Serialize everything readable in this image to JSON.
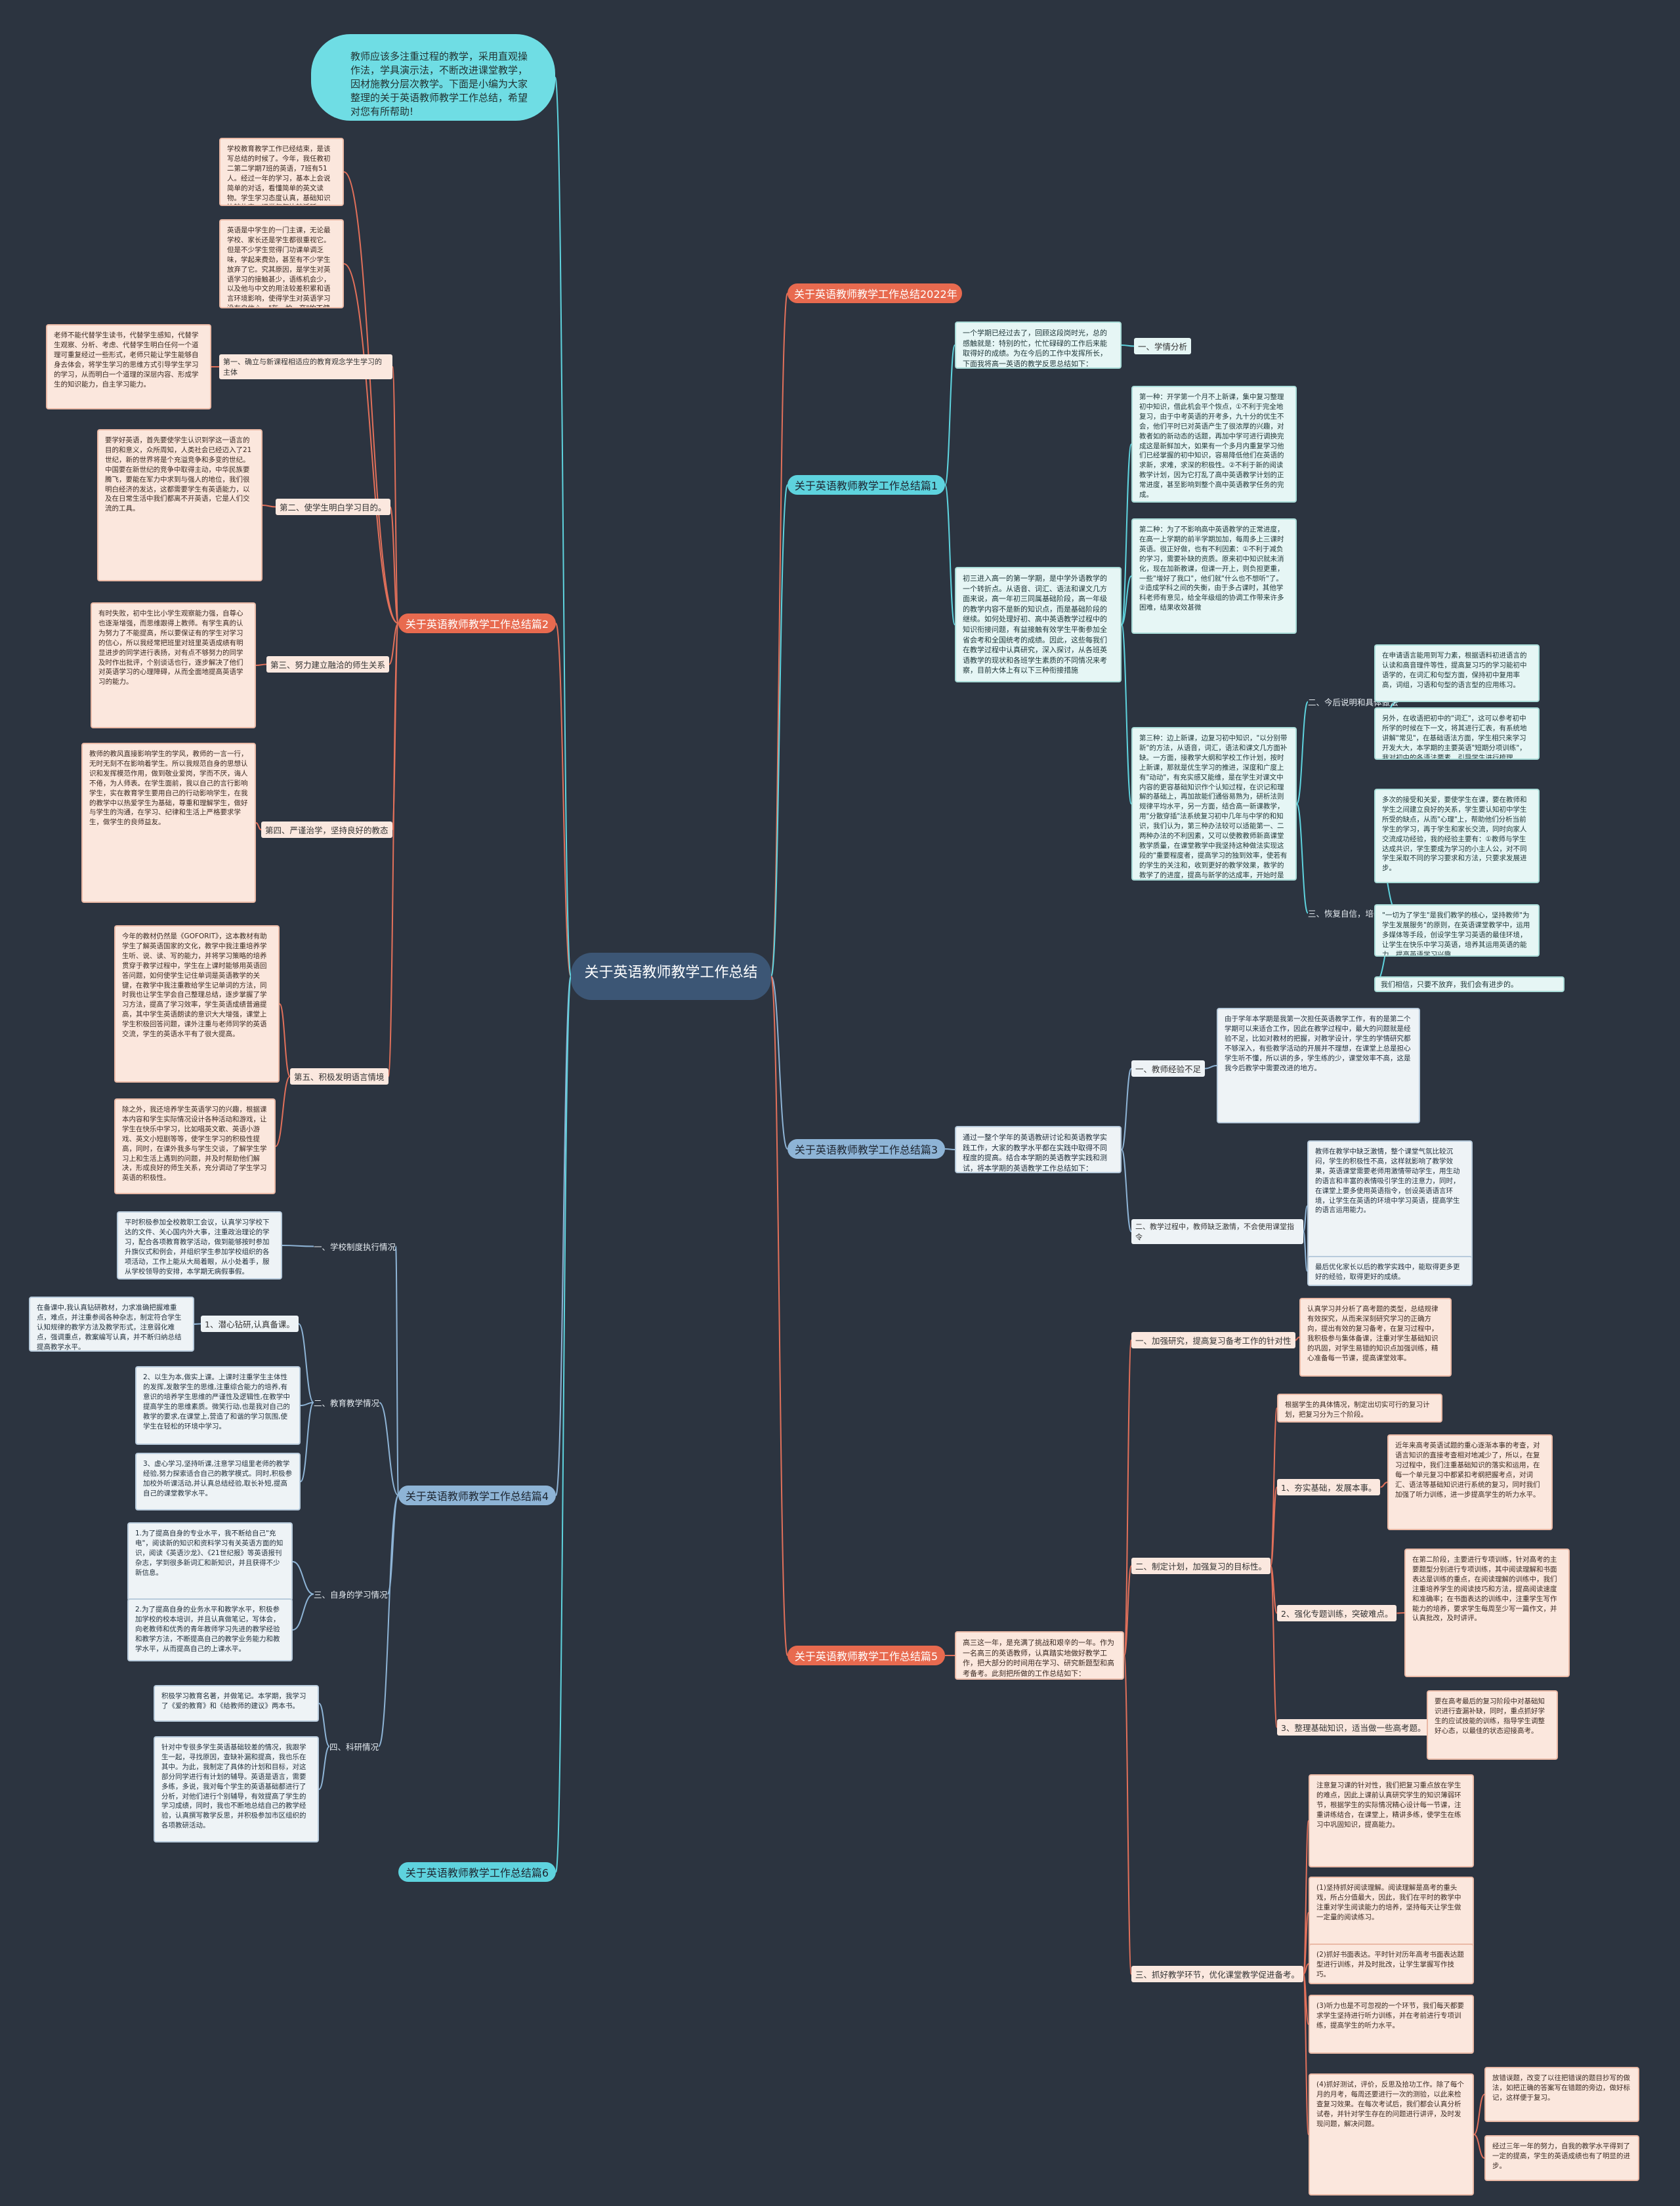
{
  "root": "关于英语教师教学工作总结",
  "intro": "教师应该多注重过程的教学，采用直观操作法，学具演示法，不断改进课堂教学，因材施教分层次教学。下面是小编为大家整理的关于英语教师教学工作总结，希望对您有所帮助!",
  "branches": [
    "关于英语教师教学工作总结2022年",
    "关于英语教师教学工作总结篇1",
    "关于英语教师教学工作总结篇2",
    "关于英语教师教学工作总结篇3",
    "关于英语教师教学工作总结篇4",
    "关于英语教师教学工作总结篇5",
    "关于英语教师教学工作总结篇6"
  ],
  "p1": {
    "intro": "一个学期已经过去了，回顾这段岗时光，总的感触就是：特别的忙，忙忙碌碌的工作后来能取得好的成绩。为在今后的工作中发挥所长，下面我将高一英语的教学反思总结如下：",
    "intro2": "初三进入高一的第一学期，是中学外语教学的一个转折点。从语音、词汇、语法和课文几方面来说，高一年初三同属基础阶段，高一年级的教学内容不是新的知识点，而是基础阶段的继续。如何处理好初、高中英语教学过程中的知识衔接问题，有益接触有效学生平衡参加全省会考和全国统考的成绩。因此，这些每我们在教学过程中认真研究，深入探讨，从各班英语教学的现状和各班学生素质的不同情况来考察，目前大体上有以下三种衔接措施",
    "s1": "一、学情分析",
    "t1": "第一种：开学第一个月不上新课，集中复习整理初中知识，借此机会平个恢点，①不利于完全地复习，由于中考英语的开考多，九十分的优生不会，他们平时已对英语产生了很浓厚的兴趣，对教者如的新动态的话题，再加中学可进行调换完成这是新鲜加大，如果有一个多月内重复学习他们已经掌握的初中知识，容易降低他们在英语的求新，求难，求深的积极性。②不利于新的阅读教学计划，因为它打乱了高中英语教学计划的正常进度，甚至影响到整个高中英语教学任务的完成。",
    "t2": "第二种：为了不影响高中英语教学的正常进度，在高一上学期的前半学期加加，每周多上三课时英语。很正好做，也有不利因素：①不利于减负的学习，需要补缺的资质。原来初中知识就未消化，现在加新教课，但课一开上，则负担更重，一些\"增好了我口\"，他们就\"什么也不想听\"了。②造成学科之间的失衡，由于多占课时，其他学科老师有意见，给全年级组的协调工作带来许多困难，结果收效甚微",
    "t3": "第三种：边上新课，边复习初中知识，\"以分别带新\"的方法，从语音，词汇，语法和课文几方面补缺。一方面，接教学大纲和学校工作计划，按时上新课，那就是优生学习的推进，深度和广度上有\"动动\"，有充实感又能维，是在学生对课文中内容的更容基础知识作个认知过程，在识记和理解的基础上，再加故能们通俗易熟为，研析法则规律平均水平，另一方面，结合高一新课教学，用\"分散穿插\"法系统复习初中几年与中学的和知识，我们认为，第三种办法较可以适能第一、二两种办法的不利因素，又可以使教教师新高课堂教学质量，在课堂教学中我坚持这种做法实现这段的\"重要程度者，提高学习的独到效率，使若有的学生的关注和，收到更好的教学效果，教学的教学了的进度，提高与新学的达成率，开始时是这样，有学员不但是在我们正在进行学，有学员跟上了教学要求，我们的学生上，中期考试取得一定成绩，同学们的课的一系列，每种考试成绩都得到一个一定的在。",
    "s2": "二、今后说明和具体做法",
    "t4": "在申请语言能用到写力素，根据语料初进语言的认读和高音理件等性，提高复习巧的学习能初中语学的，在词汇和句型方面，保持初中复用率高，词组，习语和句型的语言型的应用练习。",
    "t5": "另外，在收语把初中的\"词汇\"，这可以参考初中所学的时候在下一文，将其进行汇表，有系统地讲解\"常见\"，在基础语法方面，学生相只来学习开发大大，本学期的主要英语\"短期分项训练\"，我对初中的各语法要素、引导学生进行梳理。",
    "s3": "三、恢复自信，培养信念",
    "t6": "多次的接受和关爱，要使学生在课，要在教师和学生之间建立良好的关系，学生要认知初中学生所受的缺点，从而\"心理\"上，帮助他们分析当前学生的学习，再于学生和家长交流，同时向家人交流成功经验，我的经验主要有：①教师与学生达成共识，学生要成为学习的小主人公，对不同学生采取不同的学习要求和方法，只要求发展进步。",
    "t7": "\"一切为了学生\"是我们教学的核心，坚持教师\"为学生发展服务\"的原则，在英语课堂教学中，运用多媒体等手段，创设学生学习英语的最佳环境，让学生在快乐中学习英语，培养其运用英语的能力，提高英语学习兴趣。",
    "t8": "我们相信，只要不放弃，我们会有进步的。"
  },
  "p2": {
    "t0": "学校教育教学工作已经结束，是该写总结的时候了。今年，我任教初二第二学期7班的英语，7班有51人。经过一年的学习，基本上会说简单的对话，看懂简单的英文读物。学生学习态度认真，基础知识比较扎实，课堂气氛比较活跃。",
    "t1": "英语是中学生的一门主课，无论最学校、家长还是学生都很重视它。但是不少学生觉得门功课单调乏味，学起来费劲，甚至有不少学生放弃了它。究其原因，是学生对英语学习的接触甚少，语练机会少，以及他与中文的用法较差积累和语言环境影响，使得学生对英语学习没有自信心，\"灰、怕、弃\"的不健康的心理，这是我不得不改进教学方法。",
    "s1": "第一、确立与新课程相适应的教育观念学生学习的主体",
    "t2": "老师不能代替学生读书，代替学生感知，代替学生观察、分析、考虑、代替学生明白任何一个道理可重复经过一些形式，老师只能让学生能够自身去体会，将学生学习的思维方式引导学生学习的学习，从而明白一个道理的深层内容、形成学生的知识能力，自主学习能力。",
    "t3": "要学好英语，首先要使学生认识到学这一语言的目的和意义，众所周知，人类社会已经迈入了21世纪，新的世界将是个充溢竞争和多变的世纪。中国要在新世纪的竞争中取得主动，中华民族要腾飞，要能在军力中求到与强人的地位，我们很明白经济的发达，这都需要学生有英语能力，以及在日常生活中我们都离不开英语，它是人们交流的工具。",
    "s2": "第二、使学生明白学习目的。",
    "t4": "有时失败，初中生比小学生观察能力强，自尊心也逐渐增强，而思维跟得上教师。有学生真的认为努力了不能提高，所以要保证有的学生对学习的信心，所以我经常把班里对班里英语成绩有明显进步的同学进行表扬，对有点不够努力的同学及时作出批评，个别谈话也行，逐步解决了他们对英语学习的心理障碍，从而全面地提高英语学习的能力。",
    "s3": "第三、努力建立融洽的师生关系",
    "t5": "教师的教风直接影响学生的学风，教师的一言一行，无时无刻不在影响着学生。所以我规范自身的思想认识和发挥模范作用，做到敬业爱岗，学而不厌，诲人不倦，为人师表。在学生面前，我以自己的言行影响学生，实在教育学生要用自己的行动影响学生，在我的教学中以热爱学生为基础，尊重和理解学生，做好与学生的沟通，在学习、纪律和生活上严格要求学生，做学生的良师益友。",
    "s4": "第四、严谨治学，坚持良好的教态",
    "t6": "今年的教材仍然是《GOFORIT》，这本教材有助学生了解英语国家的文化，教学中我注重培养学生听、说、读、写的能力，并将学习策略的培养贯穿于教学过程中，学生在上课时能够用英语回答问题，如何使学生记住单词是英语教学的关键，在教学中我注重教给学生记单词的方法，同时我也让学生学会自己整理总结，逐步掌握了学习方法，提高了学习效率，学生英语成绩普遍提高，其中学生英语朗读的意识大大增强，课堂上学生积极回答问题，课外注重与老师同学的英语交流，学生的英语水平有了很大提高。",
    "s5": "第五、积极发明语言情境",
    "t7": "除之外，我还培养学生英语学习的兴趣，根据课本内容和学生实际情况设计各种活动和游戏，让学生在快乐中学习，比如唱英文歌、英语小游戏、英文小短剧等等，使学生学习的积极性提高，同时，在课外我多与学生交谈，了解学生学习上和生活上遇到的问题，并及时帮助他们解决，形成良好的师生关系，充分调动了学生学习英语的积极性。"
  },
  "p3": {
    "intro": "通过一整个学年的英语教研讨论和英语教学实践工作，大家的教学水平都在实践中取得不同程度的提高。结合本学期的英语教学实践和测试，将本学期的英语教学工作总结如下：",
    "s1": "一、教师经验不足",
    "t1": "由于学年本学期是我第一次担任英语教学工作，有的是第二个学期可以来适合工作，因此在教学过程中，最大的问题就是经验不足，比如对教材的把握，对教学设计，学生的学情研究都不够深入，有些教学活动的开展并不理想，在课堂上总是担心学生听不懂，所以讲的多，学生练的少，课堂效率不高，这是我今后教学中需要改进的地方。",
    "s2": "二、教学过程中，教师缺乏激情，不会使用课堂指令",
    "t2": "教师在教学中缺乏激情，整个课堂气氛比较沉闷，学生的积极性不高，这样就影响了教学效果，英语课堂需要老师用激情带动学生，用生动的语言和丰富的表情吸引学生的注意力，同时，在课堂上要多使用英语指令，创设英语语言环境，让学生在英语的环境中学习英语，提高学生的语言运用能力。",
    "t3": "最后优化家长以后的教学实践中，能取得更多更好的经验，取得更好的成绩。"
  },
  "p4": {
    "s1": "一、学校制度执行情况",
    "t1": "平时积极参加全校教职工会议，认真学习学校下达的文件、关心国内外大事，注重政治理论的学习，配合各项教育教学活动，做到能够按时参加升旗仪式和例会，并组织学生参加学校组织的各项活动，工作上能从大局着眼，从小处着手，服从学校领导的安排，本学期无病假事假。",
    "s2": "二、教育教学情况",
    "t2a": "1、潜心钻研,认真备课。",
    "t2b": "在备课中,我认真钻研教材，力求准确把握难重点，难点，并注重参阅各种杂志，制定符合学生认知规律的教学方法及教学形式，注意弱化难点，强调重点，教案编写认真，并不断归纳总结提高教学水平。",
    "t2c": "2、以生为本,做实上课。上课时注重学生主体性的发挥,发散学生的思维,注重综合能力的培养,有意识的培养学生思维的严谨性及逻辑性,在教学中提高学生的思维素质。微笑行动,也是我对自己的教学的要求,在课堂上,营造了和谐的学习氛围,使学生在轻松的环境中学习。",
    "t2d": "3、虚心学习,坚持听课,注意学习组里老师的教学经验,努力探索适合自己的教学模式。同时,积极参加校外听课活动,并认真总结经验,取长补短,提高自己的课堂教学水平。",
    "s3": "三、自身的学习情况",
    "t3a": "1.为了提高自身的专业水平，我不断给自己\"充电\"，阅读新的知识和资料学习有关英语方面的知识，阅读《英语沙龙》、《21世纪报》等英语报刊杂志，学到很多新词汇和新知识，并且获得不少新信息。",
    "t3b": "2.为了提高自身的业务水平和教学水平，积极参加学校的校本培训，并且认真做笔记，写体会，向老教师和优秀的青年教师学习先进的教学经验和教学方法，不断提高自己的教学业务能力和教学水平，从而提高自己的上课水平。",
    "s4": "四、科研情况",
    "t4a": "积极学习教育名著，并做笔记。本学期，我学习了《爱的教育》和《给教师的建议》两本书。",
    "t4b": "针对中专很多学生英语基础较差的情况，我跟学生一起，寻找原因，查缺补漏和提高，我也乐在其中。为此，我制定了具体的计划和目标，对这部分同学进行有计划的辅导。英语是语言，需要多练，多说，我对每个学生的英语基础都进行了分析，对他们进行个别辅导，有效提高了学生的学习成绩，同时，我也不断地总结自己的教学经验，认真撰写教学反思，并积极参加市区组织的各项教研活动。"
  },
  "p5": {
    "intro": "高三这一年，是充满了挑战和艰辛的一年。作为一名高三的英语教师，认真踏实地做好教学工作，把大部分的时间用在学习、研究新题型和高考备考。此刻把所做的工作总结如下：",
    "s1": "一、加强研究，提高复习备考工作的针对性",
    "t1": "认真学习并分析了高考题的类型，总结规律有效探究，从而来深刻研究学习的正确方向，提出有效的复习备考，在复习过程中，我积极参与集体备课，注重对学生基础知识的巩固，对学生易错的知识点加强训练，精心准备每一节课，提高课堂效率。",
    "s2": "二、制定计划，加强复习的目标性。",
    "t2": "根据学生的具体情况，制定出切实可行的复习计划，把复习分为三个阶段。",
    "t2a": "1、夯实基础，发展本事。",
    "t2b": "近年来高考英语试题的重心逐渐本事的考查，对语言知识的直接考查相对地减少了，所以，在复习过程中，我们注重基础知识的落实和运用，在每一个单元复习中都紧扣考纲把握考点，对词汇、语法等基础知识进行系统的复习，同时我们加强了听力训练，进一步提高学生的听力水平。",
    "t2c": "2、强化专题训练，突破难点。",
    "t2d": "在第二阶段，主要进行专项训练，针对高考的主要题型分别进行专项训练，其中阅读理解和书面表达是训练的重点，在阅读理解的训练中，我们注重培养学生的阅读技巧和方法，提高阅读速度和准确率；在书面表达的训练中，注重学生写作能力的培养，要求学生每周至少写一篇作文，并认真批改，及时讲评。",
    "t2e": "3、整理基础知识，适当做一些高考题。",
    "t2f": "要在高考最后的复习阶段中对基础知识进行查漏补缺，同时，重点抓好学生的应试技能的训练，指导学生调整好心态，以最佳的状态迎接高考。",
    "s3": "三、抓好教学环节，优化课堂教学促进备考。",
    "t3a": "注意复习课的针对性，我们把复习重点放在学生的难点，因此上课前认真研究学生的知识薄弱环节，根据学生的实际情况精心设计每一节课，注重讲练结合，在课堂上，精讲多练，使学生在练习中巩固知识，提高能力。",
    "t3b": "(1)坚持抓好阅读理解。阅读理解是高考的重头戏，所占分值最大，因此，我们在平时的教学中注重对学生阅读能力的培养，坚持每天让学生做一定量的阅读练习。",
    "t3c": "(2)抓好书面表达。平时针对历年高考书面表达题型进行训练，并及时批改，让学生掌握写作技巧。",
    "t3d": "(3)听力也是不可忽视的一个环节，我们每天都要求学生坚持进行听力训练，并在考前进行专项训练，提高学生的听力水平。",
    "t3e": "(4)抓好测试，评价，反思及拾功工作。除了每个月的月考，每周还要进行一次的测验，以此来检查复习效果。在每次考试后，我们都会认真分析试卷，并针对学生存在的问题进行讲评，及时发现问题，解决问题。",
    "t3f": "放错误题，改变了以往把错误的题目抄写的做法，如把正确的答案写在错题的旁边，做好标记，这样便于复习。",
    "t3g": "经过三年一年的努力，自我的教学水平得到了一定的提高，学生的英语成绩也有了明显的进步。"
  }
}
